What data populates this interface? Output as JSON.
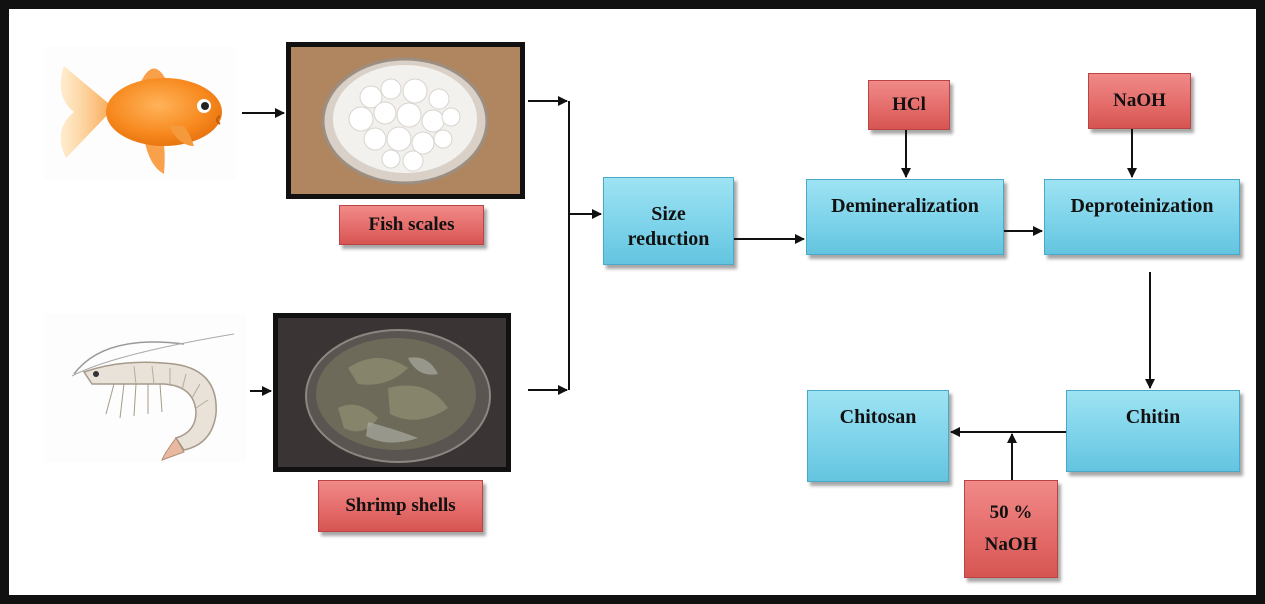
{
  "sources": {
    "fish_scales_label": "Fish scales",
    "shrimp_shells_label": "Shrimp shells"
  },
  "steps": {
    "size_reduction_line1": "Size",
    "size_reduction_line2": "reduction",
    "demineralization": "Demineralization",
    "deproteinization": "Deproteinization",
    "chitin": "Chitin",
    "chitosan": "Chitosan"
  },
  "reagents": {
    "hcl": "HCl",
    "naoh": "NaOH",
    "naoh50_line1": "50 %",
    "naoh50_line2": "NaOH"
  },
  "colors": {
    "process_box": "#7dd3ea",
    "reagent_box": "#e36a68",
    "fish": "#f58a1f"
  },
  "icons": [
    "goldfish-illustration",
    "shrimp-illustration",
    "fish-scales-photo",
    "shrimp-shells-photo"
  ]
}
